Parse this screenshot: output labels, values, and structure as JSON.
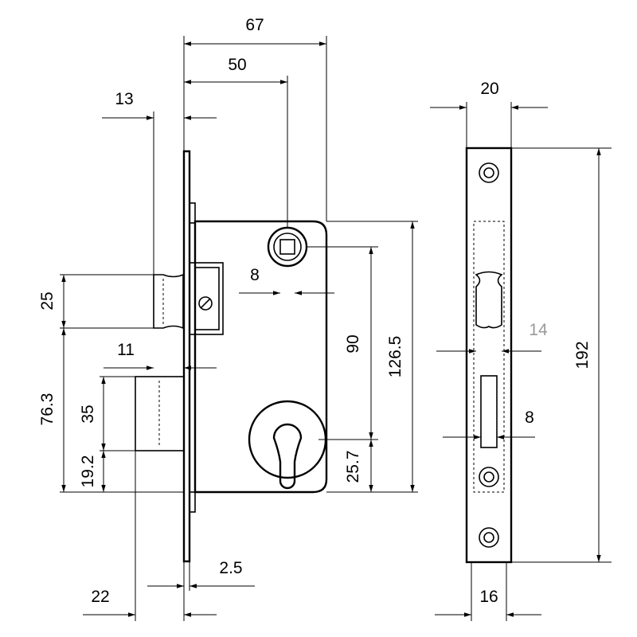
{
  "dimensions": {
    "d67": "67",
    "d50": "50",
    "d13": "13",
    "d20": "20",
    "d8_follower": "8",
    "d90": "90",
    "d126_5": "126.5",
    "d192": "192",
    "d25": "25",
    "d11": "11",
    "d76_3": "76.3",
    "d35": "35",
    "d19_2": "19.2",
    "d25_7": "25.7",
    "d14": "14",
    "d8_plate": "8",
    "d2_5": "2.5",
    "d22": "22",
    "d16": "16"
  }
}
